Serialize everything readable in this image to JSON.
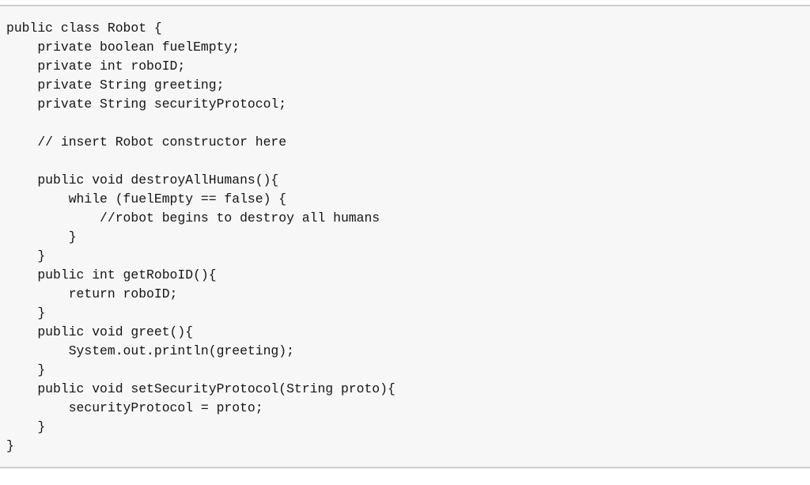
{
  "code_block": {
    "language": "java",
    "background_color": "#f7f7f7",
    "border_color": "#cccccc",
    "text_color": "#141414",
    "page_background": "#ffffff",
    "lines": [
      "public class Robot {",
      "    private boolean fuelEmpty;",
      "    private int roboID;",
      "    private String greeting;",
      "    private String securityProtocol;",
      "",
      "    // insert Robot constructor here",
      "",
      "    public void destroyAllHumans(){",
      "        while (fuelEmpty == false) {",
      "            //robot begins to destroy all humans",
      "        }",
      "    }",
      "    public int getRoboID(){",
      "        return roboID;",
      "    }",
      "    public void greet(){",
      "        System.out.println(greeting);",
      "    }",
      "    public void setSecurityProtocol(String proto){",
      "        securityProtocol = proto;",
      "    }",
      "}"
    ]
  }
}
